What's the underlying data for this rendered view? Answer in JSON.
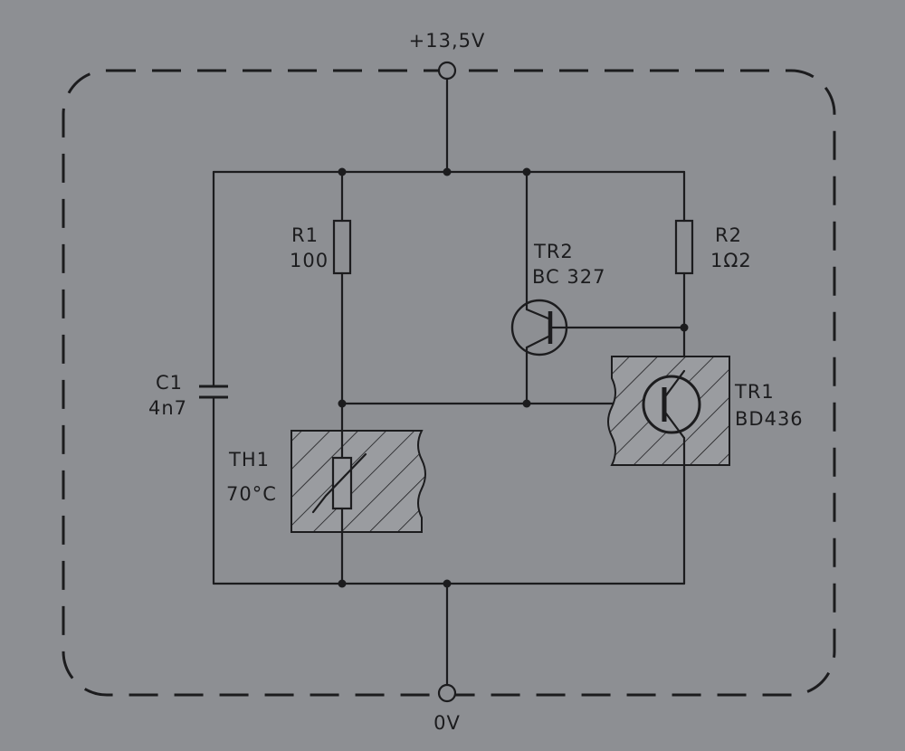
{
  "supply": {
    "label": "+13,5V"
  },
  "ground": {
    "label": "0V"
  },
  "components": {
    "r1": {
      "ref": "R1",
      "value": "100"
    },
    "r2": {
      "ref": "R2",
      "value": "1Ω2"
    },
    "tr2": {
      "ref": "TR2",
      "value": "BC 327"
    },
    "tr1": {
      "ref": "TR1",
      "value": "BD436"
    },
    "c1": {
      "ref": "C1",
      "value": "4n7"
    },
    "th1": {
      "ref": "TH1",
      "value": "70°C"
    }
  },
  "colors": {
    "background": "#8d8f93",
    "ink": "#1c1c1e"
  }
}
